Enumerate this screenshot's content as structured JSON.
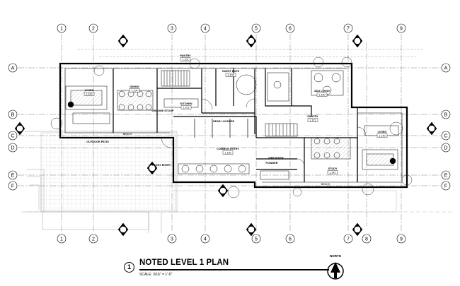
{
  "grid": {
    "columns": [
      "1",
      "2",
      "3",
      "4",
      "5",
      "6",
      "7",
      "9",
      "8"
    ],
    "rows": [
      "A",
      "B",
      "C",
      "D",
      "E",
      "F"
    ]
  },
  "rooms": [
    {
      "name": "LIVING",
      "tag": "1.100"
    },
    {
      "name": "PANTRY",
      "tag": "1.102"
    },
    {
      "name": "KITCHEN",
      "tag": "1.101"
    },
    {
      "name": "GUEST BATH",
      "tag": "1.103"
    },
    {
      "name": "DINING",
      "tag": "1.104"
    },
    {
      "name": "ADU LIVING",
      "tag": "1.120"
    },
    {
      "name": "PANTRY",
      "tag": "1.121"
    },
    {
      "name": "COMMON ENTRY",
      "tag": "1.130"
    },
    {
      "name": "OUTDOOR PATIO",
      "tag": ""
    },
    {
      "name": "FRONT ENTRY",
      "tag": ""
    },
    {
      "name": "LIVING",
      "tag": "1.140"
    },
    {
      "name": "STUDY",
      "tag": "1.141"
    },
    {
      "name": "ORANGE STOOP",
      "tag": ""
    },
    {
      "name": "GEAR LOCKERS",
      "tag": ""
    },
    {
      "name": "POWDER",
      "tag": ""
    },
    {
      "name": "FIRE RISER",
      "tag": ""
    }
  ],
  "labels": {
    "bench": "BENCH"
  },
  "title_block": {
    "view_number": "1",
    "title": "NOTED LEVEL 1 PLAN",
    "scale": "SCALE: 3/16\" = 1'-0\"",
    "north": "NORTH"
  }
}
